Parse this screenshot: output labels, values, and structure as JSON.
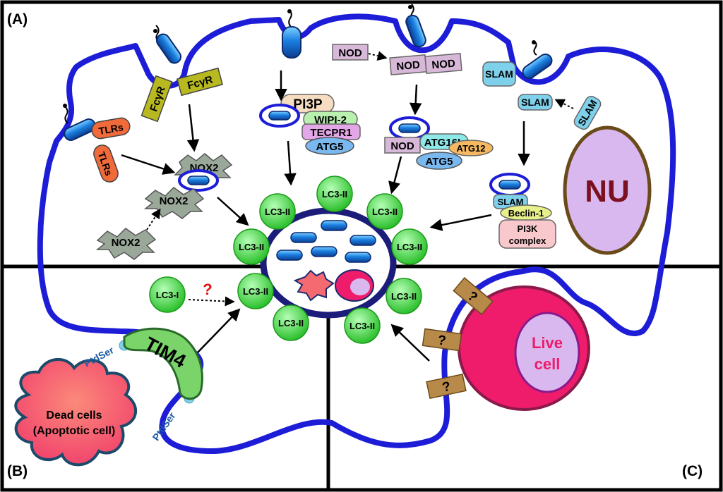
{
  "panels": {
    "a": "(A)",
    "b": "(B)",
    "c": "(C)"
  },
  "receptors": {
    "fcgr": "FcγR",
    "tlrs": "TLRs",
    "nod": "NOD",
    "slam": "SLAM",
    "tim4": "TIM4",
    "ptdser": "PtdSer"
  },
  "proteins": {
    "nox2": "NOX2",
    "pi3p": "PI3P",
    "wipi2": "WIPI-2",
    "tecpr1": "TECPR1",
    "atg5": "ATG5",
    "atg16l": "ATG16L",
    "atg12": "ATG12",
    "beclin1": "Beclin-1",
    "pi3k_line1": "PI3K",
    "pi3k_line2": "complex",
    "lc3_ii": "LC3-II",
    "lc3_i": "LC3-I",
    "unknown": "?"
  },
  "cells": {
    "nucleus": "NU",
    "dead_line1": "Dead cells",
    "dead_line2": "(Apoptotic cell)",
    "live_line1": "Live",
    "live_line2": "cell"
  },
  "colors": {
    "membrane": "#1d1dd8",
    "lc3": "#3ad43a",
    "nox2": "#9aa89a",
    "tlr": "#f06a3a",
    "fcgr": "#b8b820",
    "nod": "#d8b8d8",
    "slam": "#7fd0ea",
    "nucleus": "#d9b8f0",
    "live_cell": "#ee1c6a",
    "dead_cell": "#f46a70",
    "question_box": "#b88a4a"
  }
}
